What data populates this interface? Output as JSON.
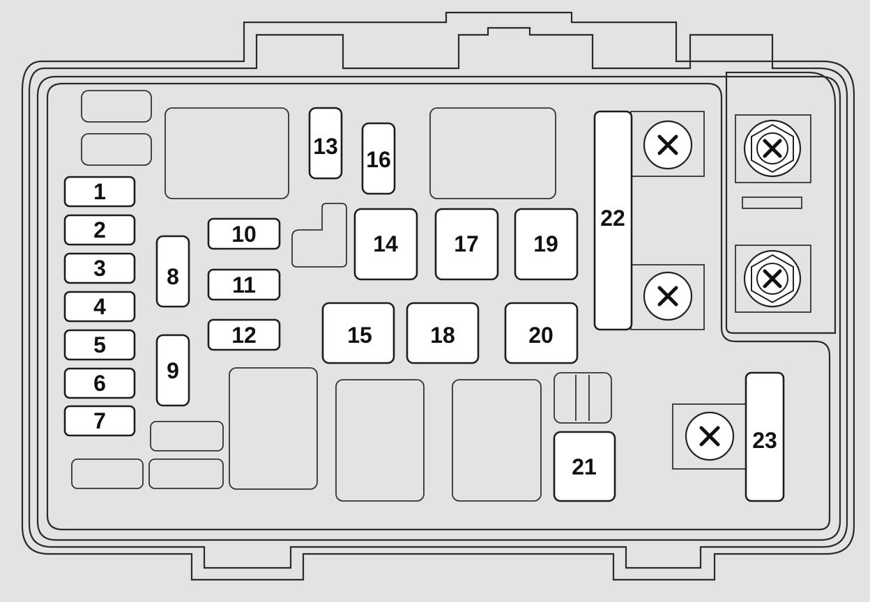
{
  "fuses": {
    "f1": "1",
    "f2": "2",
    "f3": "3",
    "f4": "4",
    "f5": "5",
    "f6": "6",
    "f7": "7",
    "f8": "8",
    "f9": "9",
    "f10": "10",
    "f11": "11",
    "f12": "12",
    "f13": "13",
    "f14": "14",
    "f15": "15",
    "f16": "16",
    "f17": "17",
    "f18": "18",
    "f19": "19",
    "f20": "20",
    "f21": "21",
    "f22": "22",
    "f23": "23"
  },
  "colors": {
    "background": "#e3e3e3",
    "fuse_fill": "#ffffff",
    "line": "#2a2a2a"
  },
  "icons": [
    "bolt-terminal-icon",
    "hex-nut-terminal-icon"
  ]
}
